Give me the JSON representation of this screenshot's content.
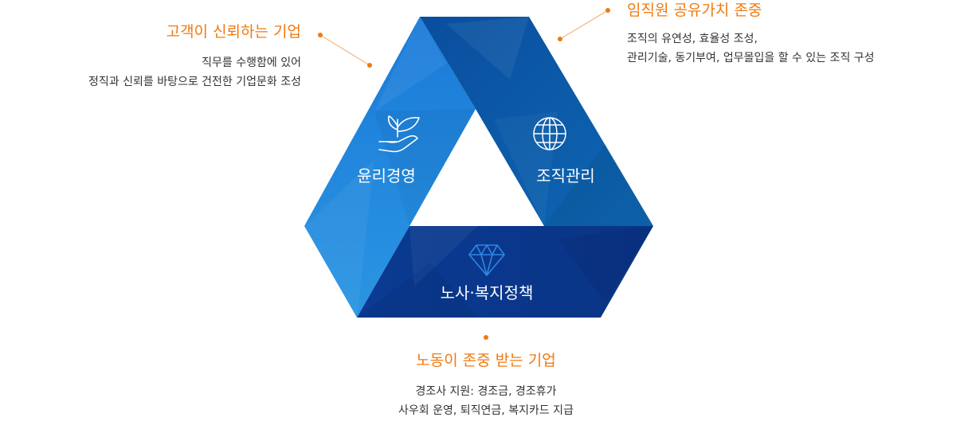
{
  "colors": {
    "accent": "#f07a10",
    "left_band": "#1f88dc",
    "right_band": "#0a5aa6",
    "bottom_band": "#0b3a8e",
    "connector": "#f5a25d"
  },
  "segments": [
    {
      "label": "윤리경영",
      "icon": "hand-sprout-icon"
    },
    {
      "label": "조직관리",
      "icon": "globe-icon"
    },
    {
      "label": "노사·복지정책",
      "icon": "diamond-icon"
    }
  ],
  "callouts": {
    "left": {
      "title": "고객이 신뢰하는 기업",
      "lines": [
        "직무를 수행함에 있어",
        "정직과 신뢰를 바탕으로  건전한 기업문화 조성"
      ]
    },
    "right": {
      "title": "임직원 공유가치 존중",
      "lines": [
        "조직의 유연성, 효율성 조성,",
        "관리기술, 동기부여, 업무몰입을 할 수 있는 조직 구성"
      ]
    },
    "bottom": {
      "title": "노동이 존중 받는 기업",
      "lines": [
        "경조사 지원: 경조금, 경조휴가",
        "사우회 운영, 퇴직연금, 복지카드 지급"
      ]
    }
  }
}
